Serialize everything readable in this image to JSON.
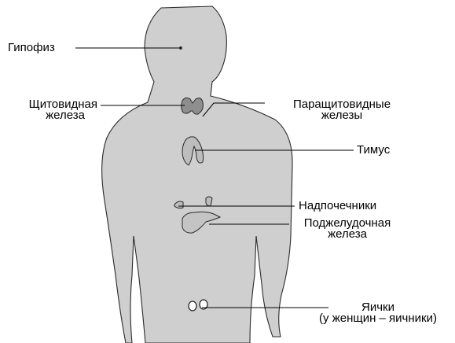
{
  "figure": {
    "colors": {
      "body_fill": "#cfcfcf",
      "body_stroke": "#2a2a2a",
      "gland_fill": "#bdbdbd",
      "leader_line": "#000000",
      "text": "#000000"
    },
    "labels": {
      "pituitary": "Гипофиз",
      "thyroid_line1": "Щитовидная",
      "thyroid_line2": "железа",
      "parathyroid_line1": "Паращитовидные",
      "parathyroid_line2": "железы",
      "thymus": "Тимус",
      "adrenal": "Надпочечники",
      "pancreas_line1": "Поджелудочная",
      "pancreas_line2": "железа",
      "gonads_line1": "Яички",
      "gonads_line2": "(у женщин – яичники)"
    }
  }
}
